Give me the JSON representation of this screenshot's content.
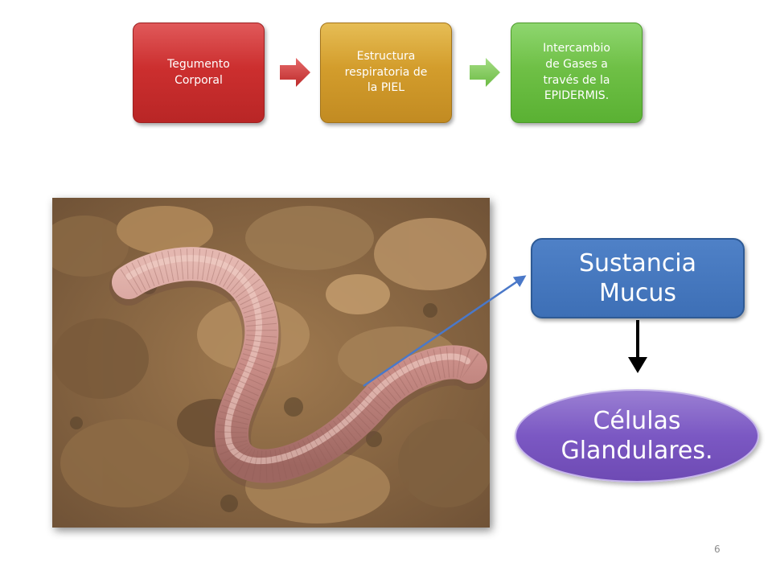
{
  "flow": {
    "step1": {
      "line1": "Tegumento",
      "line2": "Corporal"
    },
    "step2": {
      "line1": "Estructura",
      "line2": "respiratoria de",
      "line3": "la PIEL"
    },
    "step3": {
      "line1": "Intercambio",
      "line2": "de Gases a",
      "line3": "través de la",
      "line4": "EPIDERMIS."
    }
  },
  "mucus": {
    "line1": "Sustancia",
    "line2": "Mucus"
  },
  "glandular": {
    "line1": "Células",
    "line2": "Glandulares."
  },
  "slide_number": "6",
  "colors": {
    "step1": "#cc2f2f",
    "step2": "#d39d2c",
    "step3": "#6fc046",
    "mucus_box": "#3d6fb6",
    "glandular_oval": "#7b58c3",
    "pointer_line": "#4a78c8",
    "down_arrow": "#000000"
  },
  "photo": {
    "subject": "earthworm on soil"
  }
}
